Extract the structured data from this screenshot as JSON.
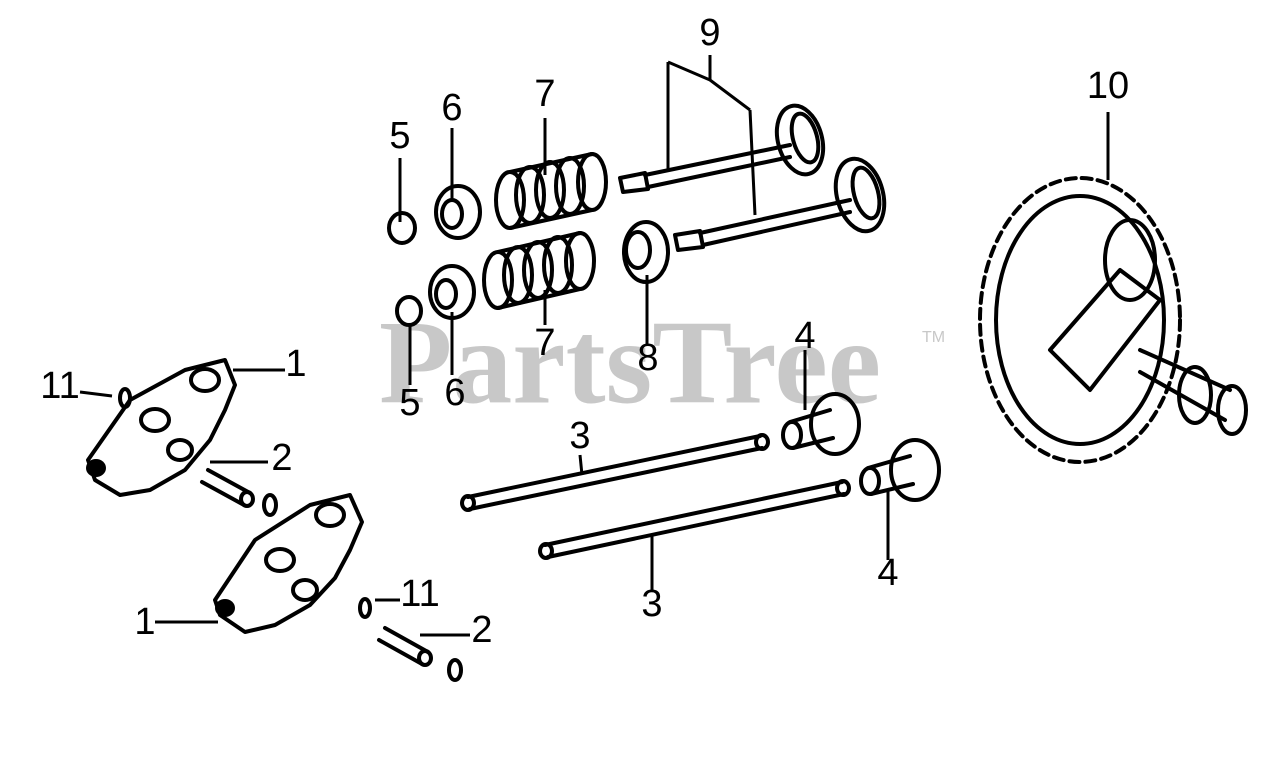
{
  "watermark": {
    "text": "PartsTree",
    "tm": "TM"
  },
  "callouts": {
    "c1a": "1",
    "c1b": "1",
    "c2a": "2",
    "c2b": "2",
    "c3a": "3",
    "c3b": "3",
    "c4a": "4",
    "c4b": "4",
    "c5a": "5",
    "c5b": "5",
    "c6a": "6",
    "c6b": "6",
    "c7a": "7",
    "c7b": "7",
    "c8": "8",
    "c9": "9",
    "c10": "10",
    "c11a": "11",
    "c11b": "11"
  },
  "colors": {
    "ink": "#000000",
    "watermark": "#c8c8c8",
    "background": "#ffffff"
  }
}
